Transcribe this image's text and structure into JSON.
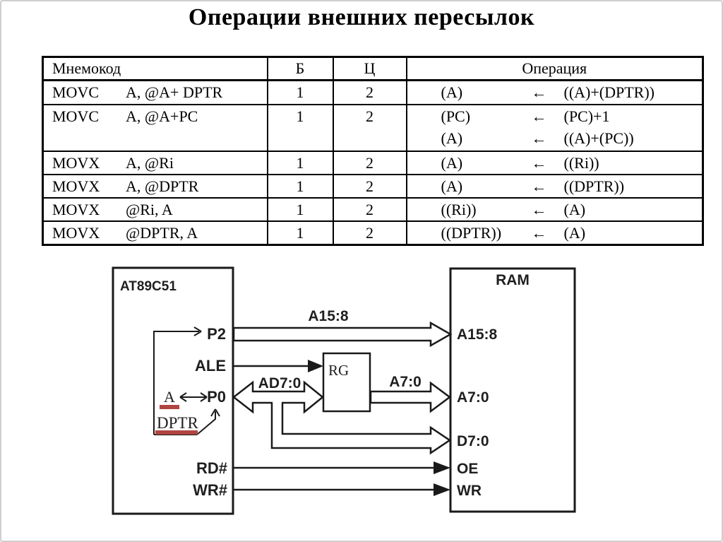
{
  "slide": {
    "title": "Операции внешних пересылок"
  },
  "table": {
    "headers": {
      "mnemonic": "Мнемокод",
      "bytes": "Б",
      "cycles": "Ц",
      "operation": "Операция"
    },
    "rows": [
      {
        "op": "MOVC",
        "args": "A, @A+ DPTR",
        "b": "1",
        "c": "2",
        "ops": [
          {
            "dest": "(A)",
            "arrow": "←",
            "src": "((A)+(DPTR))"
          }
        ]
      },
      {
        "op": "MOVC",
        "args": "A, @A+PC",
        "b": "1",
        "c": "2",
        "ops": [
          {
            "dest": "(PC)",
            "arrow": "←",
            "src": "(PC)+1"
          },
          {
            "dest": "(A)",
            "arrow": "←",
            "src": "((A)+(PC))"
          }
        ]
      },
      {
        "op": "MOVX",
        "args": "A, @Ri",
        "b": "1",
        "c": "2",
        "ops": [
          {
            "dest": "(A)",
            "arrow": "←",
            "src": "((Ri))"
          }
        ]
      },
      {
        "op": "MOVX",
        "args": "A, @DPTR",
        "b": "1",
        "c": "2",
        "ops": [
          {
            "dest": "(A)",
            "arrow": "←",
            "src": "((DPTR))"
          }
        ]
      },
      {
        "op": "MOVX",
        "args": "@Ri, A",
        "b": "1",
        "c": "2",
        "ops": [
          {
            "dest": "((Ri))",
            "arrow": "←",
            "src": "(A)"
          }
        ]
      },
      {
        "op": "MOVX",
        "args": "@DPTR, A",
        "b": "1",
        "c": "2",
        "ops": [
          {
            "dest": "((DPTR))",
            "arrow": "←",
            "src": "(A)"
          }
        ]
      }
    ]
  },
  "diagram": {
    "mcu": {
      "title": "AT89C51",
      "pins": {
        "p2": "P2",
        "ale": "ALE",
        "p0": "P0",
        "rd": "RD#",
        "wr": "WR#"
      },
      "acc": "A",
      "dptr": "DPTR"
    },
    "latch": {
      "title": "RG"
    },
    "ram": {
      "title": "RAM",
      "pins": {
        "a15": "A15:8",
        "a7": "A7:0",
        "d7": "D7:0",
        "oe": "OE",
        "wr": "WR"
      }
    },
    "buses": {
      "a15": "A15:8",
      "ad": "AD7:0",
      "a7": "A7:0"
    },
    "colors": {
      "line": "#1a1a1a",
      "accent_underline": "#b04540",
      "slide_border": "#cfcfcf"
    }
  }
}
